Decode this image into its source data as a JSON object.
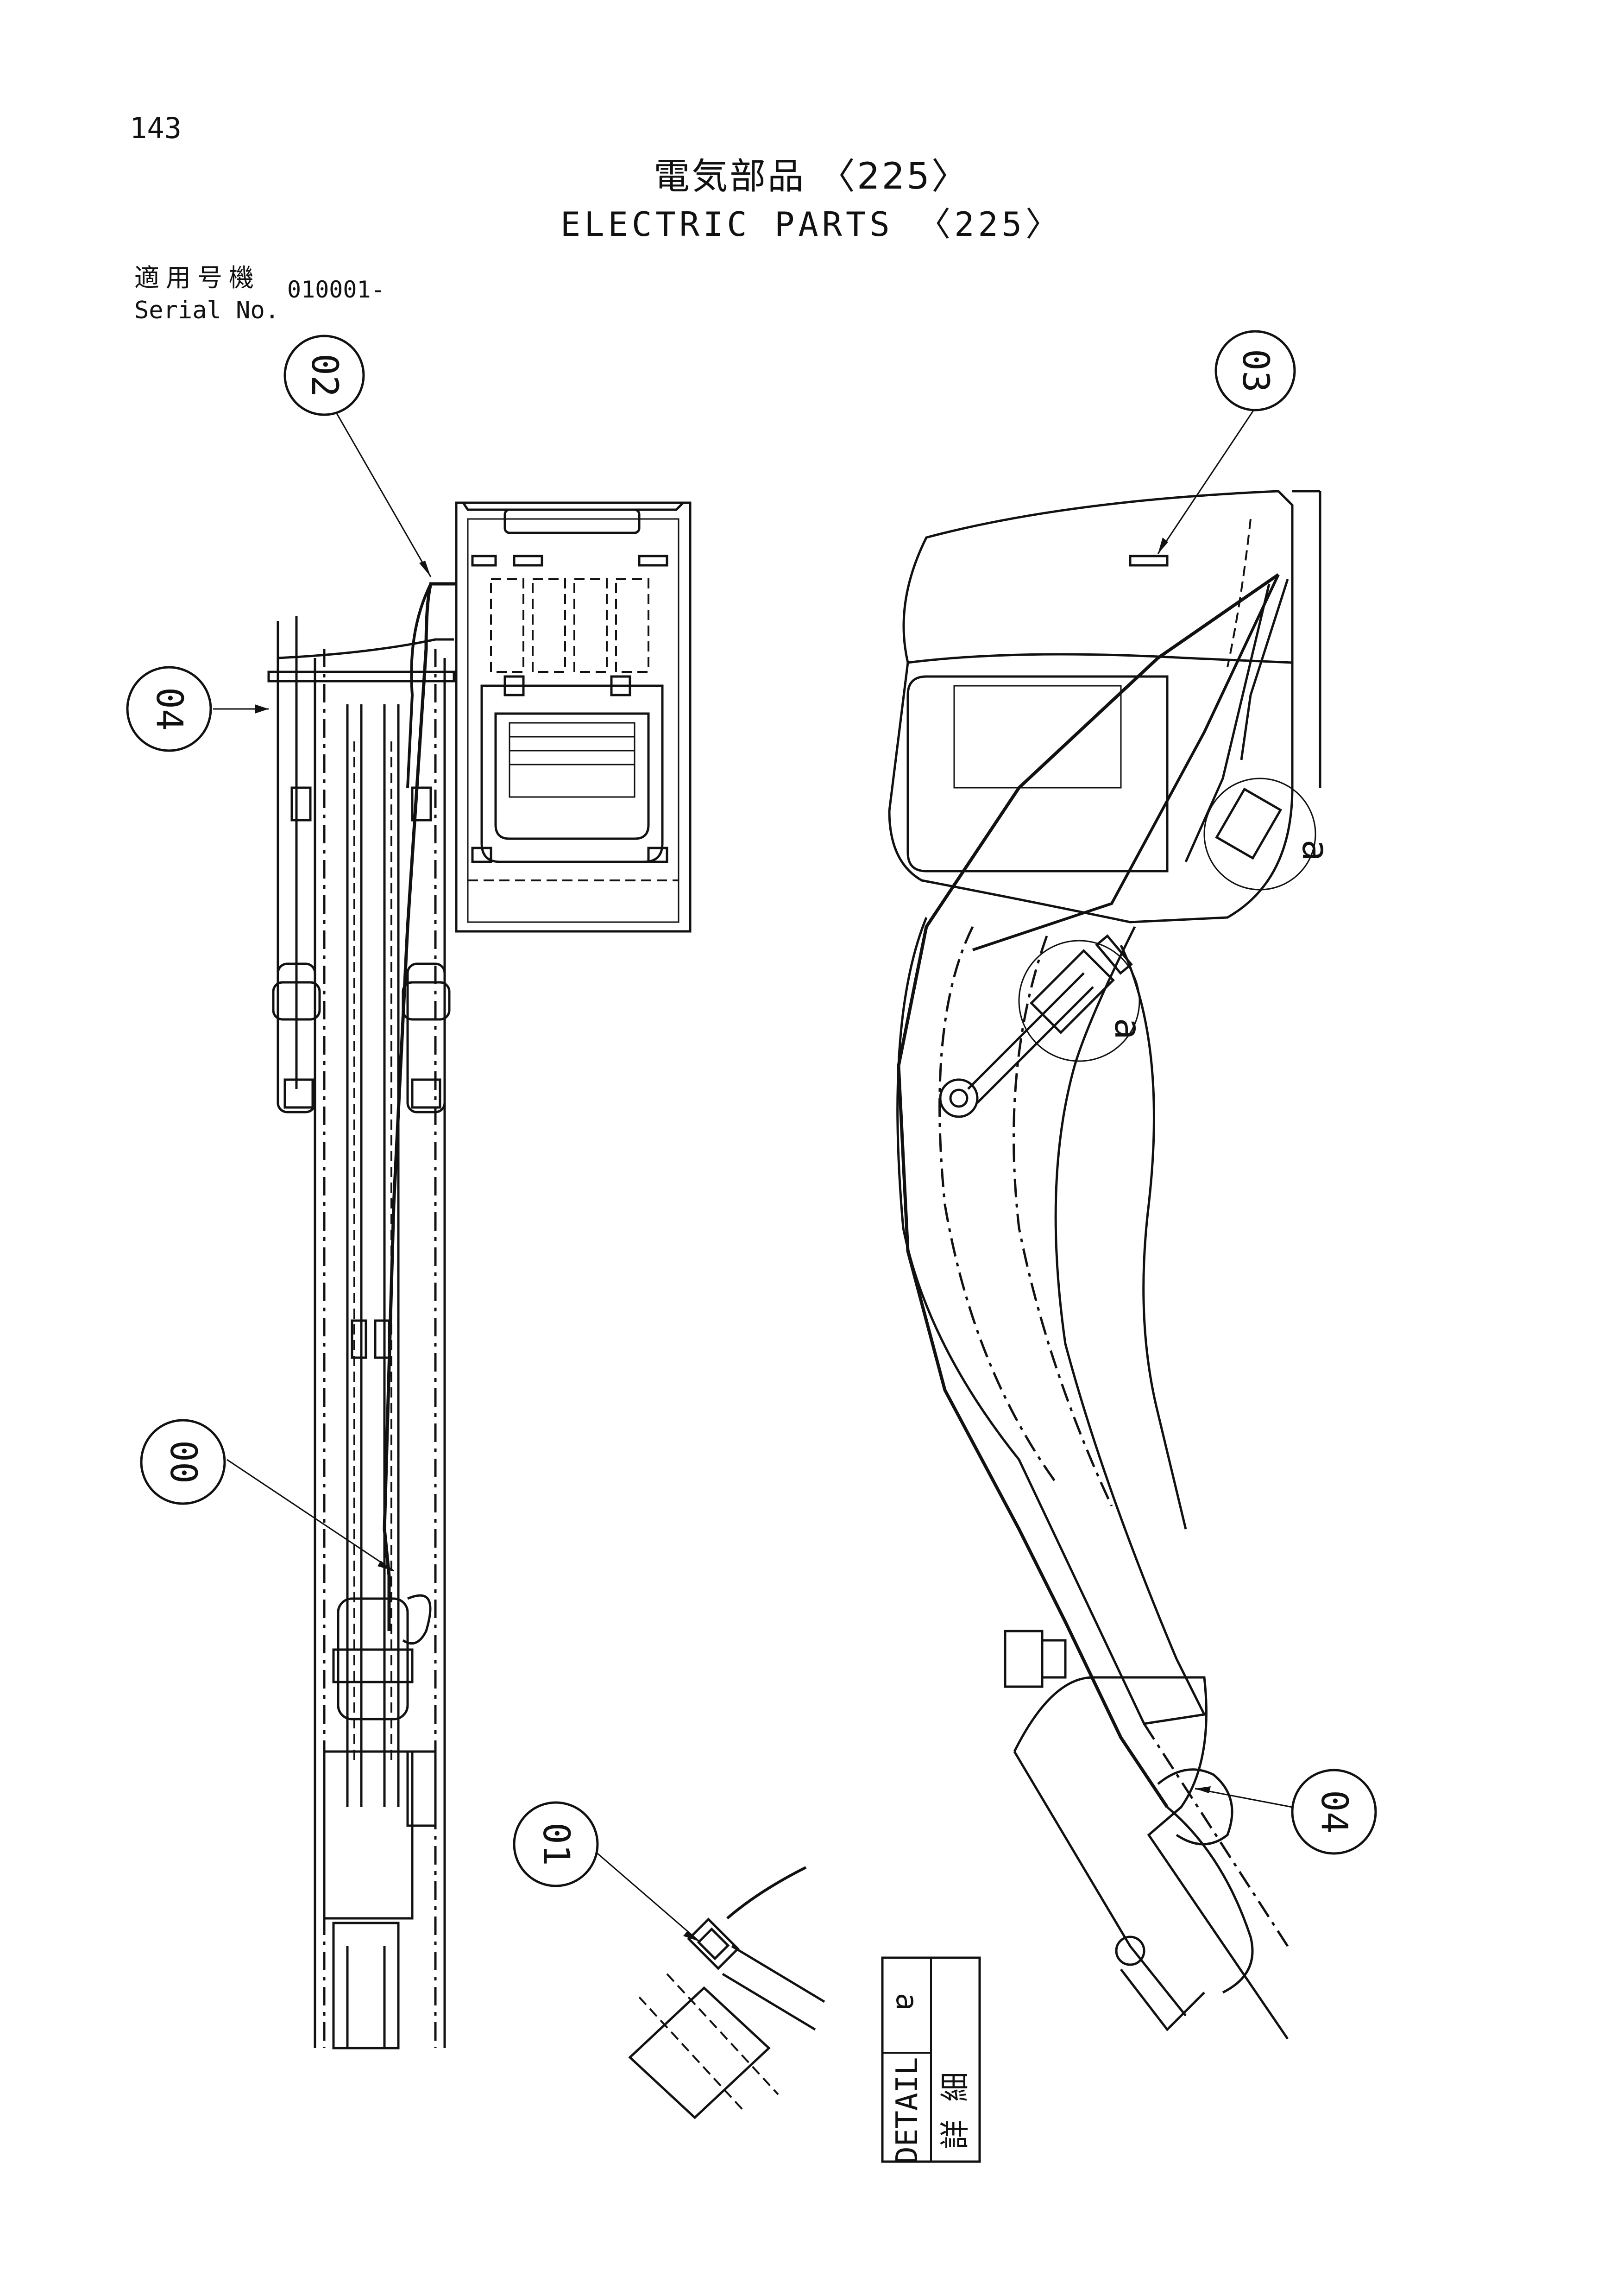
{
  "page_number": "143",
  "title": {
    "japanese": "電気部品 〈225〉",
    "english": "ELECTRIC PARTS 〈225〉"
  },
  "serial": {
    "label_jp": "適用号機",
    "label_en": "Serial No.",
    "value": "010001-"
  },
  "callouts": [
    {
      "id": "02",
      "label": "02"
    },
    {
      "id": "03",
      "label": "03"
    },
    {
      "id": "04-top",
      "label": "04"
    },
    {
      "id": "00",
      "label": "00"
    },
    {
      "id": "01",
      "label": "01"
    },
    {
      "id": "04-right",
      "label": "04"
    }
  ],
  "detail_markers": [
    {
      "id": "a-upper",
      "label": "a"
    },
    {
      "id": "a-lower",
      "label": "a"
    }
  ],
  "detail_box": {
    "label_jp": "詳 細",
    "label_en": "DETAIL",
    "marker": "a"
  }
}
